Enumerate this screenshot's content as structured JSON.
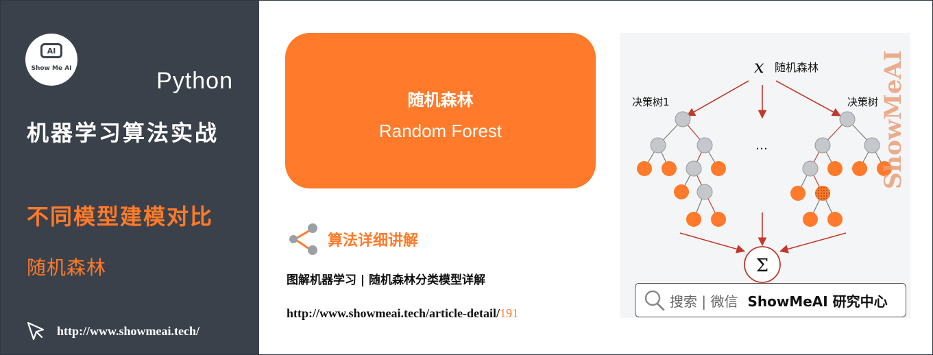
{
  "sidebar": {
    "logo_glyph": "AI",
    "logo_text": "Show Me AI",
    "title_python": "Python",
    "title_cn": "机器学习算法实战",
    "subtitle": "不同模型建模对比",
    "subsubtitle": "随机森林",
    "site_url": "http://www.showmeai.tech/",
    "cursor_icon": "pointer-cursor-icon"
  },
  "card": {
    "title_cn": "随机森林",
    "title_en": "Random Forest"
  },
  "section": {
    "label": "算法详细讲解",
    "description": "图解机器学习 | 随机森林分类模型详解",
    "link_prefix": "http://www.showmeai.tech/article-detail/",
    "link_number": "191"
  },
  "diagram": {
    "input_symbol": "x",
    "input_label": "随机森林",
    "left_tree_label": "决策树1",
    "right_tree_label": "决策树",
    "ellipsis": "…",
    "sum_symbol": "Σ",
    "watermark": "ShowMeAI"
  },
  "search": {
    "icon": "search-icon",
    "text": "搜索 | 微信",
    "brand": "ShowMeAI 研究中心"
  },
  "colors": {
    "sidebar_bg": "#3a414b",
    "accent": "#ff7a2a",
    "arrow": "#c0392b",
    "node_gray": "#c4c7cc"
  }
}
